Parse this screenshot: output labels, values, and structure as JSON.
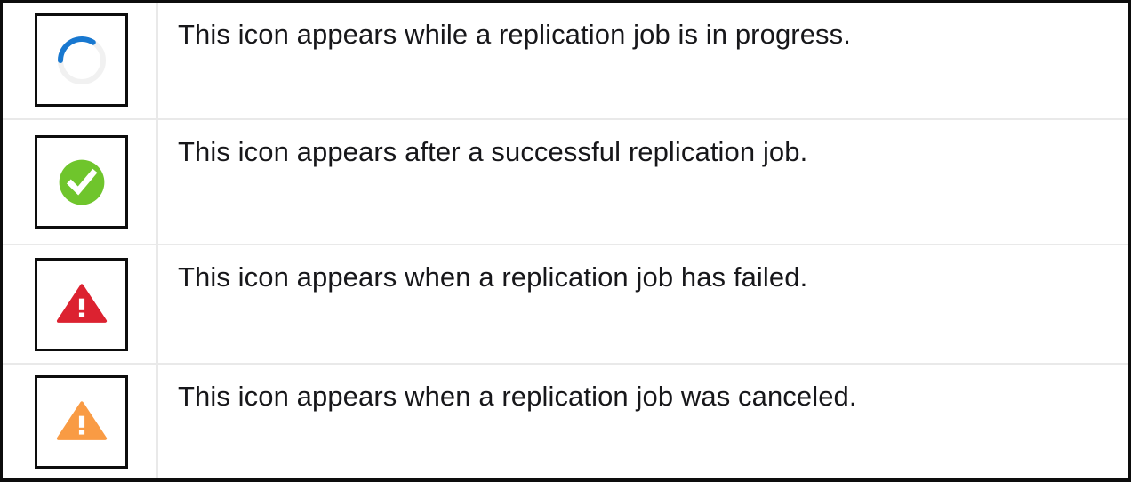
{
  "table": {
    "rows": [
      {
        "icon": "spinner-in-progress-icon",
        "icon_colors": {
          "track": "#f1f1f1",
          "arc": "#1878d0"
        },
        "description": "This icon appears while a replication job is in progress."
      },
      {
        "icon": "success-check-circle-icon",
        "icon_colors": {
          "fill": "#6fc52c",
          "mark": "#ffffff"
        },
        "description": "This icon appears after a successful replication job."
      },
      {
        "icon": "error-warning-triangle-icon",
        "icon_colors": {
          "fill": "#dc2230",
          "mark": "#ffffff"
        },
        "description": "This icon appears when a replication job has failed."
      },
      {
        "icon": "canceled-warning-triangle-icon",
        "icon_colors": {
          "fill": "#f99b44",
          "mark": "#ffffff"
        },
        "description": "This icon appears when a replication job was canceled."
      }
    ]
  }
}
